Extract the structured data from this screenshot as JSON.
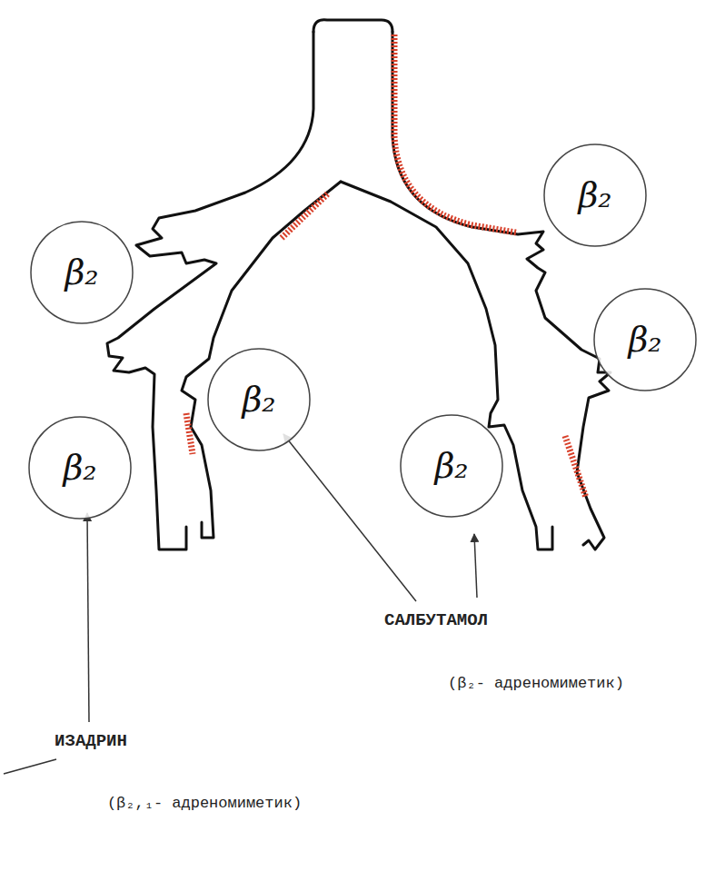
{
  "diagram": {
    "nodes": [
      {
        "text": [
          "β₂"
        ]
      },
      {
        "text": [
          "β₂"
        ]
      },
      {
        "text": [
          "β₂"
        ]
      },
      {
        "text": [
          "β₂"
        ]
      },
      {
        "text": [
          "β₂"
        ]
      },
      {
        "text": [
          "β₂"
        ]
      }
    ],
    "labels": [
      "САЛБУТАМОЛ",
      "(β₂- адреномиметик)",
      "ИЗАДРИН",
      "(β₂,₁- адреномиметик)"
    ]
  }
}
